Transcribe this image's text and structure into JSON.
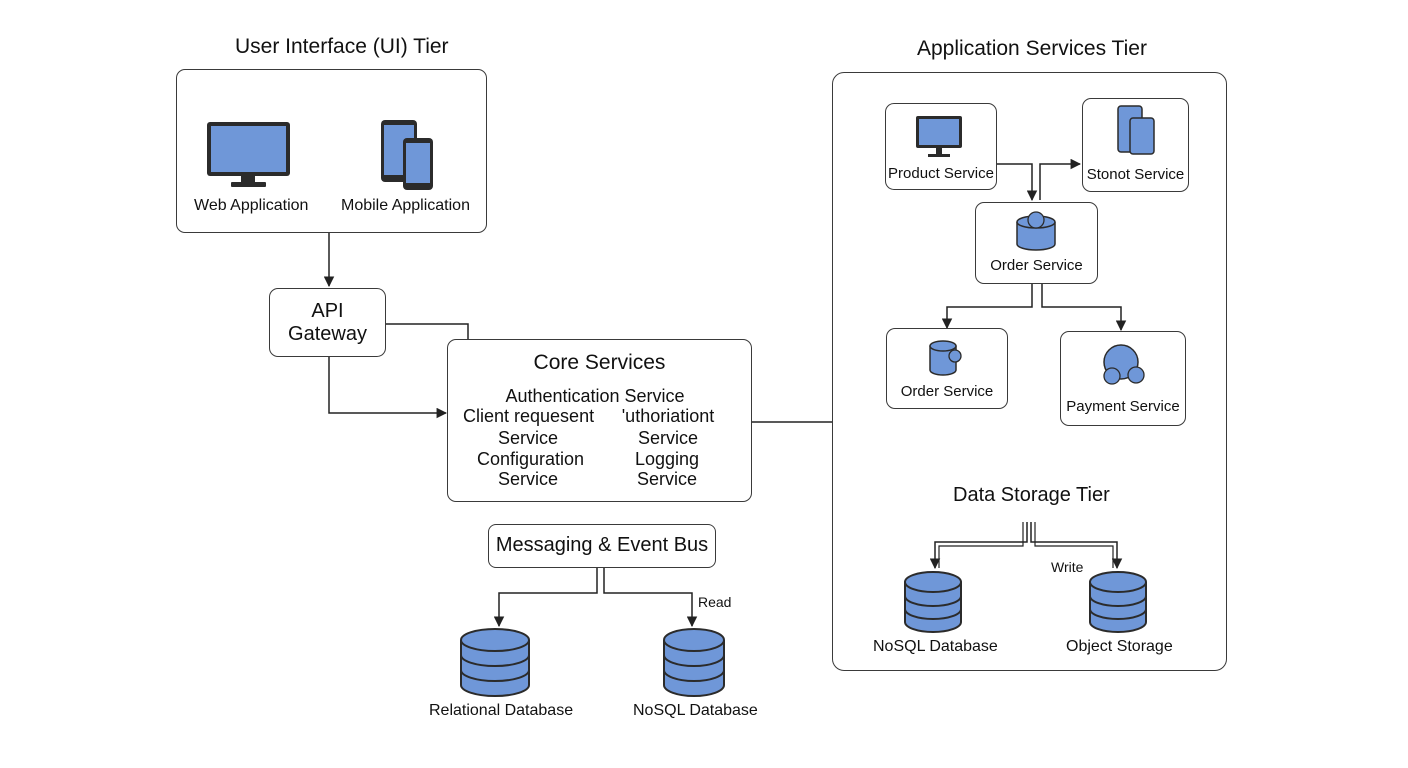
{
  "ui_tier": {
    "title": "User Interface (UI) Tier",
    "web_app": "Web Application",
    "mobile_app": "Mobile Application"
  },
  "gateway": {
    "line1": "API",
    "line2": "Gateway"
  },
  "core": {
    "title": "Core Services",
    "auth": "Authentication Service",
    "client_l1": "Client requesent",
    "client_l2": "Service",
    "authz_l1": "'uthoriationt",
    "authz_l2": "Service",
    "config_l1": "Configuration",
    "config_l2": "Service",
    "logging_l1": "Logging",
    "logging_l2": "Service"
  },
  "messaging": {
    "title": "Messaging & Event Bus",
    "read_label": "Read",
    "relational_db": "Relational Database",
    "nosql_db": "NoSQL Database"
  },
  "app_tier": {
    "title": "Application Services Tier",
    "product": "Product Service",
    "stonot": "Stonot Service",
    "order_top": "Order Service",
    "order_bottom": "Order Service",
    "payment": "Payment Service"
  },
  "storage_tier": {
    "title": "Data Storage Tier",
    "write_label": "Write",
    "nosql_db": "NoSQL Database",
    "object_storage": "Object Storage"
  },
  "colors": {
    "icon_fill": "#6f97d8",
    "stroke": "#2b2b2b"
  }
}
